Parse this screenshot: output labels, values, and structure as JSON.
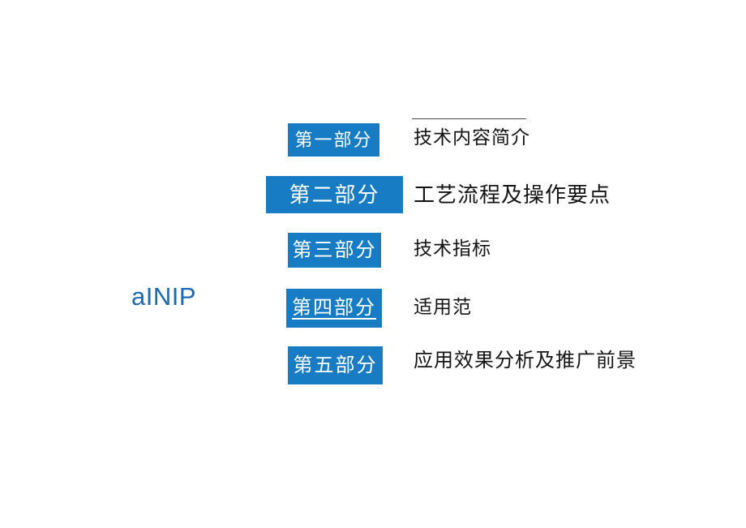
{
  "slide": {
    "logo": {
      "text": "aINIP"
    },
    "colors": {
      "accent_blue": "#187cc5",
      "logo_blue": "#1d68b2",
      "text_black": "#141414",
      "divider_gray": "#4d4d4d",
      "background": "#ffffff"
    },
    "toc": {
      "items": [
        {
          "part_label": "第一部分",
          "section_title": "技术内容简介",
          "underlined": false
        },
        {
          "part_label": "第二部分",
          "section_title": "工艺流程及操作要点",
          "underlined": false
        },
        {
          "part_label": "第三部分",
          "section_title": "技术指标",
          "underlined": false
        },
        {
          "part_label": "第四部分",
          "section_title": "适用范",
          "underlined": true
        },
        {
          "part_label": "第五部分",
          "section_title": "应用效果分析及推广前景",
          "underlined": false
        }
      ]
    }
  }
}
